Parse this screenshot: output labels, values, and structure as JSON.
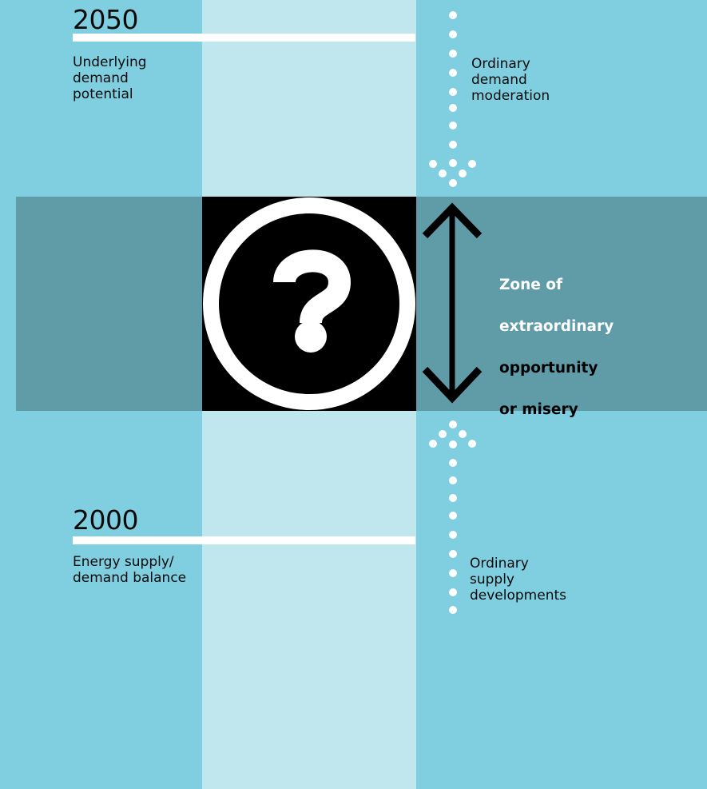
{
  "top": {
    "year": "2050",
    "left_label": "Underlying\ndemand\npotential",
    "right_label": "Ordinary\ndemand\nmoderation"
  },
  "middle": {
    "question_icon": "question-circle-icon",
    "arrow_icon": "double-headed-vertical-arrow-icon",
    "zone_line1": "Zone of",
    "zone_line2": "extraordinary",
    "zone_line3": "opportunity",
    "zone_line4": "or misery"
  },
  "bottom": {
    "year": "2000",
    "left_label": "Energy supply/\ndemand balance",
    "right_label": "Ordinary\nsupply\ndevelopments"
  },
  "colors": {
    "background": "#7fcfe0",
    "column": "#c0e6ee",
    "band": "#5f9ca7",
    "box": "#000000",
    "rule": "#ffffff"
  }
}
